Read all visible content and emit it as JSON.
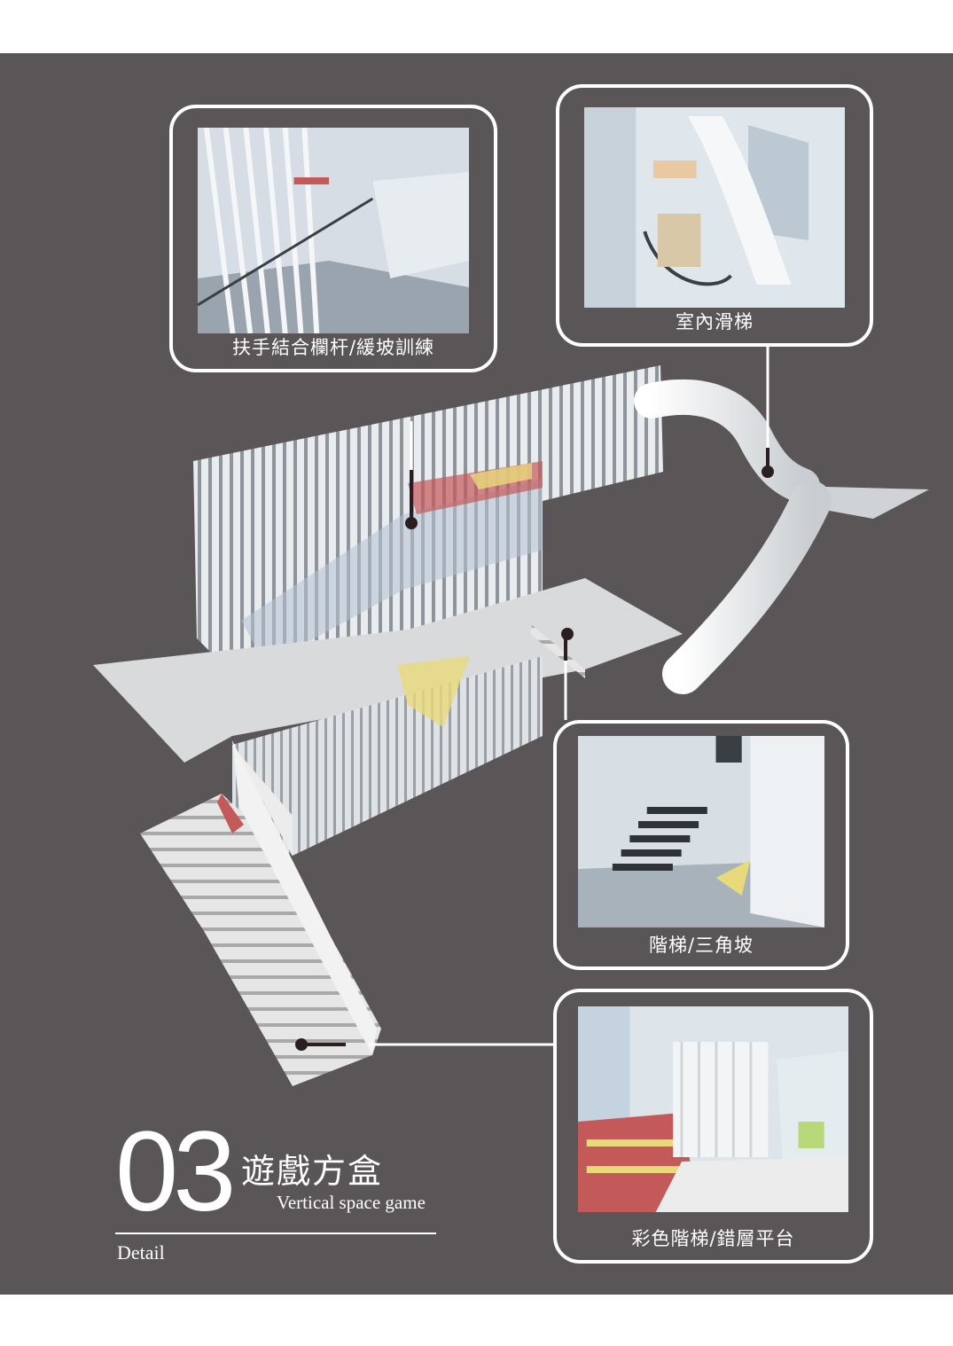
{
  "callouts": {
    "handrail": {
      "label": "扶手結合欄杆/緩坡訓練"
    },
    "slide": {
      "label": "室內滑梯"
    },
    "stairs": {
      "label": "階梯/三角坡"
    },
    "colorful": {
      "label": "彩色階梯/錯層平台"
    }
  },
  "title": {
    "number": "03",
    "chinese": "遊戲方盒",
    "english": "Vertical space game",
    "section": "Detail"
  },
  "colors": {
    "background": "#5a5557",
    "frame": "#ffffff",
    "accent_red": "#c4595a",
    "accent_yellow": "#e8d97a"
  }
}
